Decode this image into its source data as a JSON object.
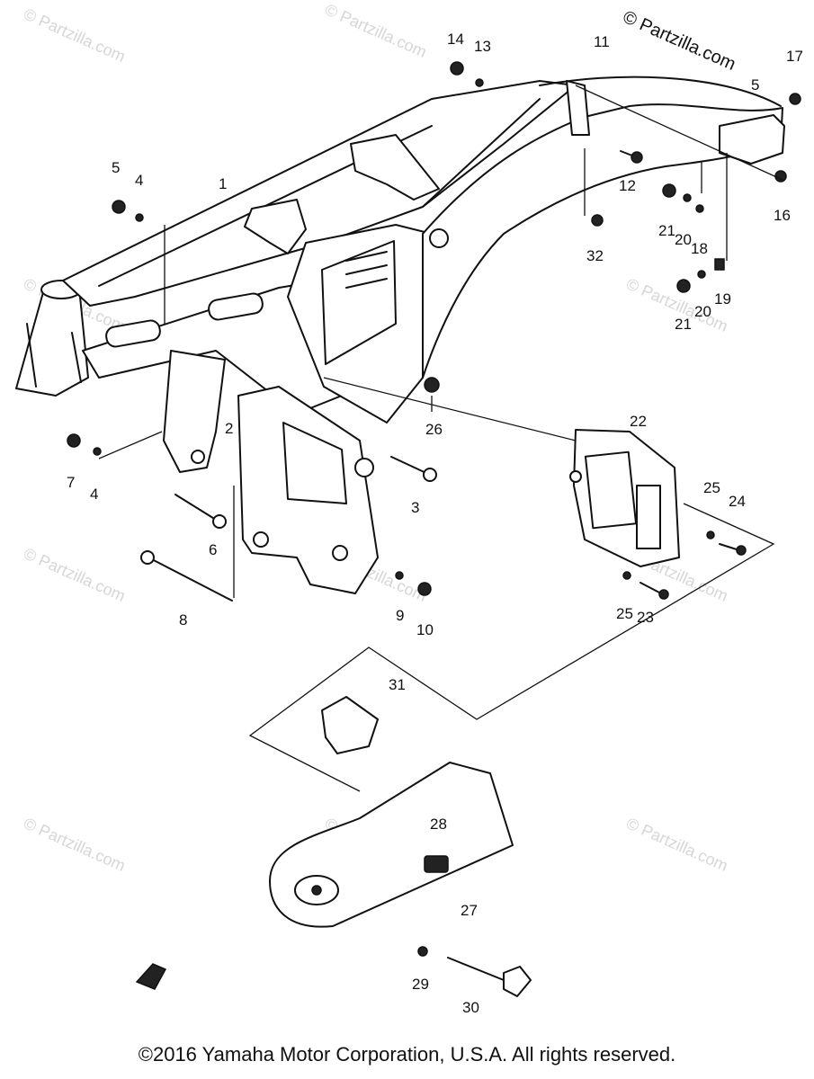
{
  "watermark": "© Partzilla.com",
  "brand_mark": "© Partzilla.com",
  "copyright": "©2016 Yamaha Motor Corporation, U.S.A. All rights reserved.",
  "callouts": [
    "1",
    "2",
    "3",
    "4",
    "4",
    "5",
    "5",
    "6",
    "7",
    "8",
    "9",
    "10",
    "11",
    "12",
    "13",
    "14",
    "16",
    "17",
    "18",
    "19",
    "20",
    "20",
    "21",
    "21",
    "22",
    "23",
    "24",
    "25",
    "25",
    "26",
    "27",
    "28",
    "29",
    "30",
    "31",
    "32"
  ]
}
